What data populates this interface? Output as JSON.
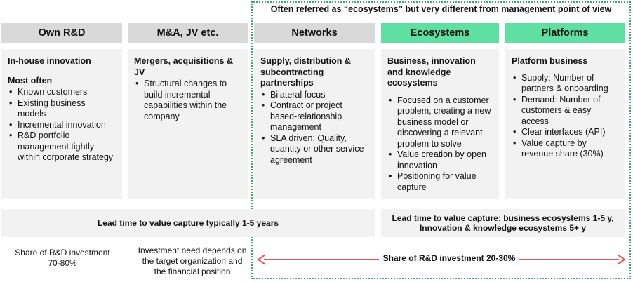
{
  "frame": {
    "caption": "Often referred as “ecosystems” but very different from management point of view"
  },
  "columns": [
    {
      "header": "Own R&D",
      "title": "In-house innovation",
      "subtitle": "Most often",
      "bullets": [
        "Known customers",
        "Existing business models",
        "Incremental innovation",
        "R&D portfolio management tightly within corporate strategy"
      ]
    },
    {
      "header": "M&A, JV etc.",
      "title": "Mergers, acquisitions & JV",
      "bullets": [
        "Structural changes to build incremental capabilities within the company"
      ]
    },
    {
      "header": "Networks",
      "title": "Supply, distribution & subcontracting partnerships",
      "bullets": [
        "Bilateral focus",
        "Contract or project based-relationship management",
        "SLA driven: Quality, quantity or other service agreement"
      ]
    },
    {
      "header": "Ecosystems",
      "title": "Business, innovation and knowledge ecosystems",
      "bullets": [
        "Focused on a customer problem, creating a new business model or discovering a relevant problem to solve",
        "Value creation by open innovation",
        "Positioning for value capture"
      ]
    },
    {
      "header": "Platforms",
      "title": "Platform business",
      "bullets": [
        "Supply: Number of partners & onboarding",
        "Demand: Number of customers & easy access",
        "Clear interfaces (API)",
        "Value capture by revenue share (30%)"
      ]
    }
  ],
  "lead_time": {
    "left": "Lead time to value capture typically 1-5 years",
    "right_line1": "Lead time to value capture: business ecosystems 1-5 y,",
    "right_line2": "Innovation & knowledge ecosystems 5+ y"
  },
  "investment": {
    "own_rd_line1": "Share of R&D investment",
    "own_rd_line2": "70-80%",
    "ma_line1": "Investment need depends on",
    "ma_line2": "the target organization and",
    "ma_line3": "the financial position",
    "arrow_label": "Share of R&D investment 20-30%"
  },
  "colors": {
    "grey_header": "#d9d9d9",
    "green_header": "#5fdfa2",
    "panel_bg": "#f2f2f2",
    "frame_border": "#3aa76d",
    "arrow": "#e05a5a"
  }
}
